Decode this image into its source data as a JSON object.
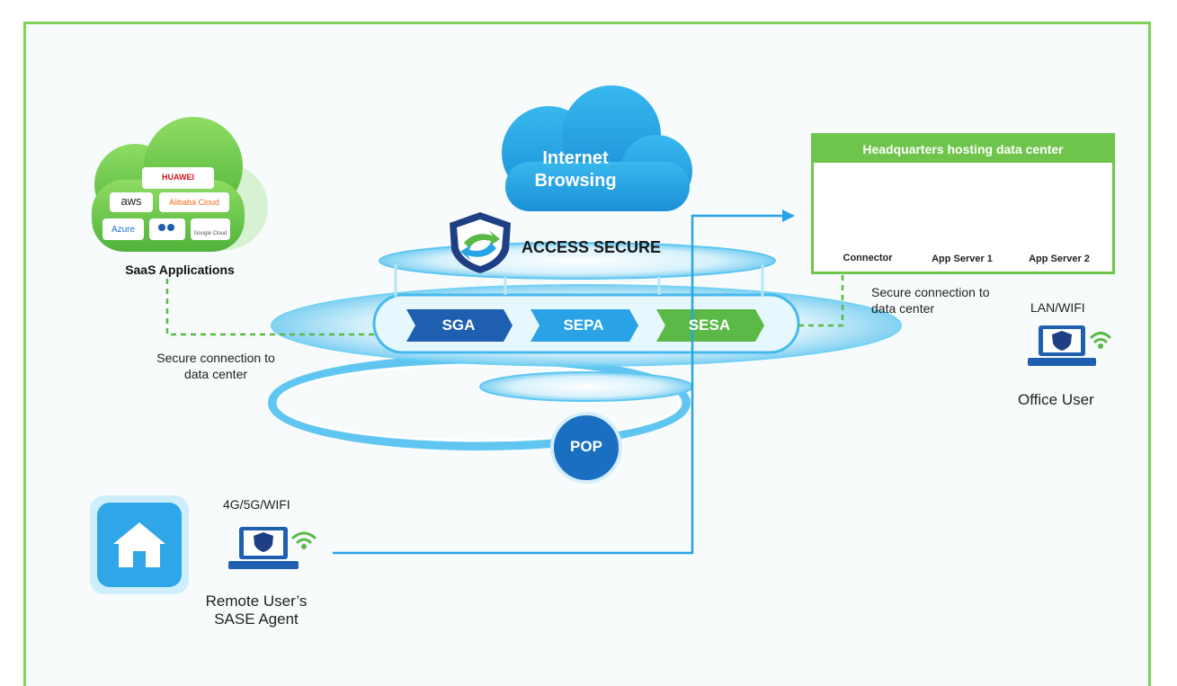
{
  "cloud_saas": {
    "label": "SaaS Applications",
    "logos": [
      "HUAWEI",
      "aws",
      "Alibaba Cloud",
      "Azure",
      "Google Cloud"
    ]
  },
  "internet_cloud": {
    "line1": "Internet",
    "line2": "Browsing"
  },
  "access_secure": {
    "label": "ACCESS SECURE"
  },
  "services": [
    "SGA",
    "SEPA",
    "SESA"
  ],
  "pop": {
    "label": "POP"
  },
  "headquarters": {
    "title": "Headquarters hosting data center",
    "items": [
      "Connector",
      "App Server 1",
      "App Server 2"
    ]
  },
  "secure_connection_left": {
    "line1": "Secure connection to",
    "line2": "data center"
  },
  "secure_connection_right": {
    "line1": "Secure connection to",
    "line2": "data center"
  },
  "office_user": {
    "network": "LAN/WIFI",
    "label": "Office User"
  },
  "remote_user": {
    "network": "4G/5G/WIFI",
    "line1": "Remote User’s",
    "line2": "SASE Agent"
  },
  "colors": {
    "frame_green": "#7ed35a",
    "hq_green": "#6fc54c",
    "sga_blue": "#1f5fb0",
    "sepa_blue": "#2aa3e6",
    "sesa_green": "#5ab947",
    "pop_blue": "#1b6fc2",
    "link_blue": "#2aa3e6"
  }
}
